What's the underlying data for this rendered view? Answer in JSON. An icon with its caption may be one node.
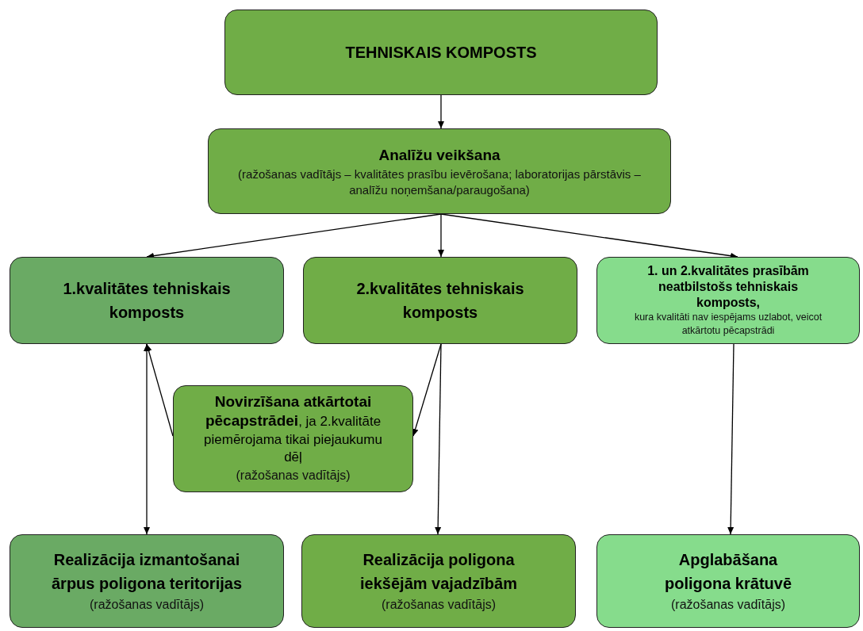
{
  "diagram": {
    "nodes": [
      {
        "text": [
          "TEHNISKAIS KOMPOSTS"
        ]
      },
      {
        "text": [
          "Analīžu veikšana",
          "(ražošanas vadītājs – kvalitātes prasību ievērošana; laboratorijas pārstāvis – analīžu noņemšana/paraugošana)"
        ]
      },
      {
        "text": [
          "1.kvalitātes tehniskais komposts"
        ]
      },
      {
        "text": [
          "2.kvalitātes tehniskais komposts"
        ]
      },
      {
        "text": [
          "1. un 2.kvalitātes prasībām neatbilstošs tehniskais komposts,",
          "kura kvalitāti nav iespējams uzlabot, veicot atkārtotu pēcapstrādi"
        ]
      },
      {
        "text": [
          "**Novirzīšana atkārtotai pēcapstrādei**, ja 2.kvalitāte piemērojama tikai piejaukumu dēļ",
          "(ražošanas vadītājs)"
        ]
      },
      {
        "text": [
          "Realizācija izmantošanai ārpus poligona teritorijas",
          "(ražošanas vadītājs)"
        ]
      },
      {
        "text": [
          "Realizācija poligona iekšējām vajadzībām",
          "(ražošanas vadītājs)"
        ]
      },
      {
        "text": [
          "Apglabāšana poligona krātuvē",
          "(ražošanas vadītājs)"
        ]
      }
    ],
    "edges": [
      {
        "from": 0,
        "to": 1,
        "arrow": "to"
      },
      {
        "from": 1,
        "to": 2,
        "arrow": "to"
      },
      {
        "from": 1,
        "to": 3,
        "arrow": "to"
      },
      {
        "from": 1,
        "to": 4,
        "arrow": "to"
      },
      {
        "from": 2,
        "to": 6,
        "arrow": "both"
      },
      {
        "from": 5,
        "to": 2,
        "arrow": "to"
      },
      {
        "from": 3,
        "to": 5,
        "arrow": "to"
      },
      {
        "from": 3,
        "to": 7,
        "arrow": "to"
      },
      {
        "from": 4,
        "to": 8,
        "arrow": "to"
      }
    ]
  }
}
